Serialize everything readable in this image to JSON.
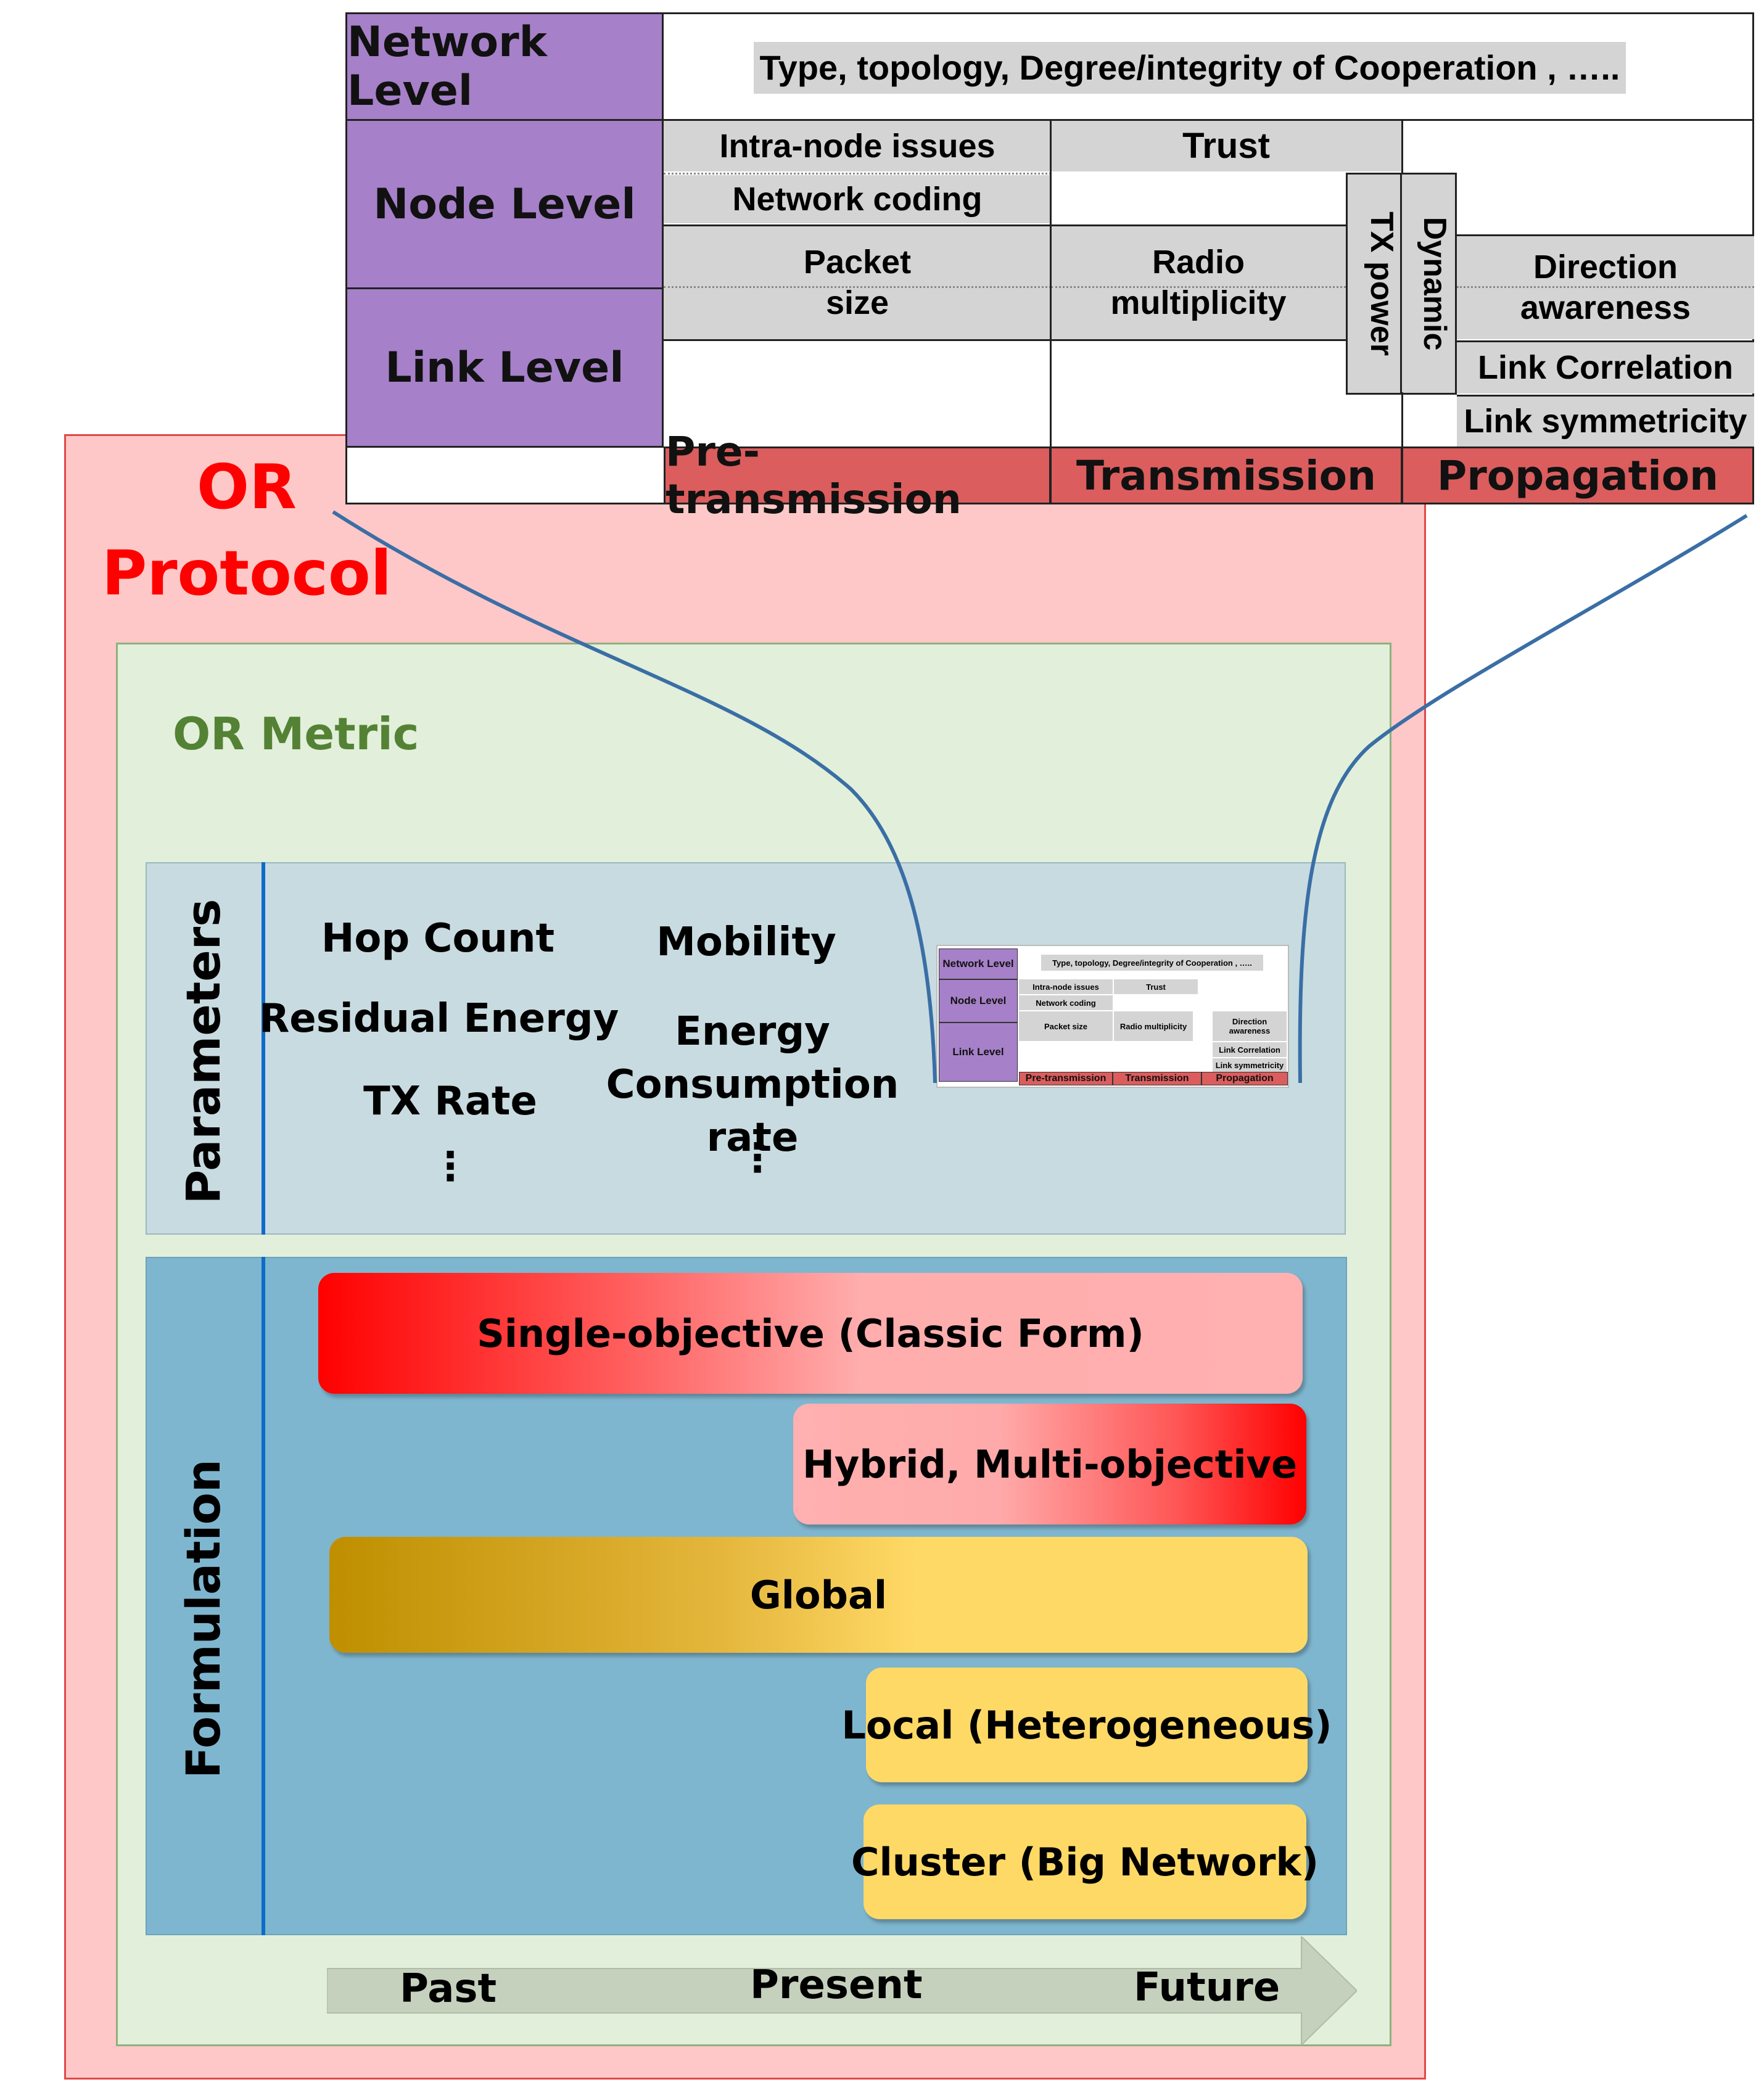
{
  "protocol": {
    "title": "OR Protocol"
  },
  "metric": {
    "title": "OR Metric"
  },
  "parameters": {
    "label": "Parameters",
    "items": [
      "Hop Count",
      "Residual Energy",
      "TX Rate",
      "Mobility",
      "Energy Consumption rate"
    ],
    "ellipsis": "⋮"
  },
  "formulation": {
    "label": "Formulation",
    "bars": [
      "Single-objective (Classic Form)",
      "Hybrid, Multi-objective",
      "Global",
      "Local (Heterogeneous)",
      "Cluster (Big Network)"
    ]
  },
  "timeline": {
    "labels": [
      "Past",
      "Present",
      "Future"
    ]
  },
  "detail_table": {
    "levels": [
      "Network Level",
      "Node Level",
      "Link Level"
    ],
    "network_row": "Type, topology, Degree/integrity of Cooperation , …..",
    "node_cells": [
      "Intra-node issues",
      "Network coding",
      "Trust"
    ],
    "link_cells": [
      "Packet size",
      "Radio multiplicity",
      "Direction awareness",
      "Link Correlation",
      "Link symmetricity"
    ],
    "vertical_cells": [
      "TX power",
      "Dynamic"
    ],
    "stages": [
      "Pre-transmission",
      "Transmission",
      "Propagation"
    ]
  },
  "colors": {
    "protocol_bg": "#ffc8c8",
    "protocol_title": "#ff0000",
    "metric_bg": "#e2efda",
    "metric_title": "#548235",
    "params_bg": "#c8dbe0",
    "formulation_bg": "#7fb6cf",
    "level_purple": "#a680c8",
    "stage_red": "#db5d5d",
    "connector": "#3a6ea5"
  }
}
